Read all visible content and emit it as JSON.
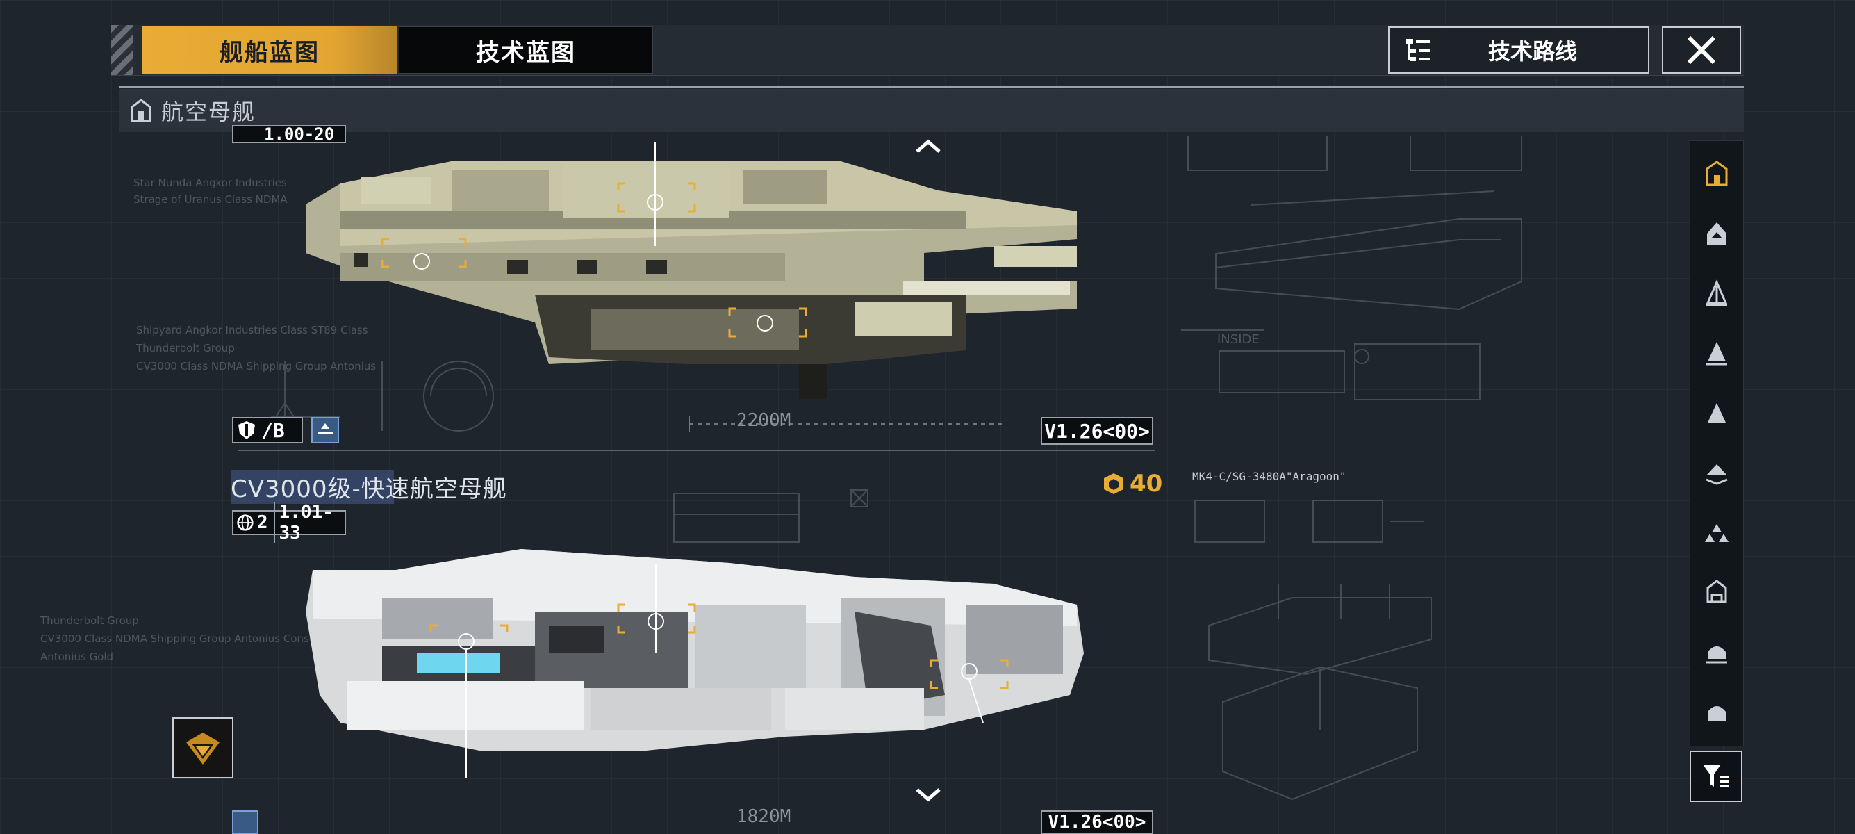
{
  "tabs": {
    "ship_blueprint": "舰船蓝图",
    "tech_blueprint": "技术蓝图"
  },
  "tech_route_label": "技术路线",
  "category_title": "航空母舰",
  "sidebar": {
    "items": [
      {
        "icon": "carrier-icon",
        "active": true
      },
      {
        "icon": "battlecruiser-icon",
        "active": false
      },
      {
        "icon": "cruiser-icon",
        "active": false
      },
      {
        "icon": "destroyer-icon",
        "active": false
      },
      {
        "icon": "frigate-icon",
        "active": false
      },
      {
        "icon": "corvette-icon",
        "active": false
      },
      {
        "icon": "fighter-icon",
        "active": false
      },
      {
        "icon": "auxiliary-icon",
        "active": false
      },
      {
        "icon": "station-icon",
        "active": false
      },
      {
        "icon": "misc-icon",
        "active": false
      }
    ]
  },
  "ship1": {
    "top_code": "1.00-20",
    "rank": "/B",
    "length": "2200M",
    "version": "V1.26<00>",
    "bp_lines": [
      "Star Nunda Angkor Industries",
      "Strage of Uranus Class NDMA",
      "Shipyard Angkor Industries Class ST89 Class",
      "Thunderbolt Group",
      "CV3000 Class NDMA Shipping Group Antonius"
    ]
  },
  "ship2": {
    "name": "CV3000级-快速航空母舰",
    "tier": "2",
    "code": "1.01-33",
    "cost": "40",
    "length": "1820M",
    "version": "V1.26<00>",
    "module_label": "MK4-C/SG-3480A\"Aragoon\"",
    "bp_lines": [
      "Thunderbolt Group",
      "CV3000 Class NDMA Shipping Group Antonius Consortium",
      "Antonius Gold"
    ]
  },
  "colors": {
    "accent": "#e9ad36",
    "background": "#1f252d",
    "highlight": "#6fd6f0"
  }
}
